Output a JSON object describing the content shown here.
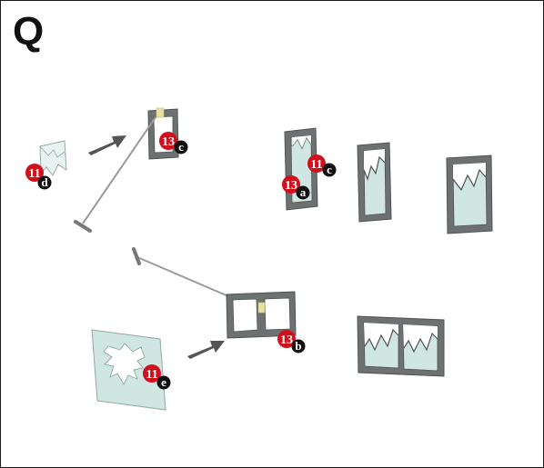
{
  "figure": {
    "panel_letter": "Q",
    "colors": {
      "frame": "#6d7171",
      "frame_dark": "#4f5353",
      "glass": "#cfe6e2",
      "glass_light": "#e6f3f1",
      "callout_red": "#d0101c",
      "callout_black": "#111111",
      "arrow": "#555555",
      "tool": "#9a9a9a",
      "tape": "#e8e0a0"
    },
    "callouts": [
      {
        "id": "c1",
        "number": "11",
        "letter": "d"
      },
      {
        "id": "c2",
        "number": "13",
        "letter": "c"
      },
      {
        "id": "c3",
        "number": "11",
        "letter": "c"
      },
      {
        "id": "c4",
        "number": "13",
        "letter": "a"
      },
      {
        "id": "c5",
        "number": "13",
        "letter": "b"
      },
      {
        "id": "c6",
        "number": "11",
        "letter": "e"
      }
    ]
  }
}
